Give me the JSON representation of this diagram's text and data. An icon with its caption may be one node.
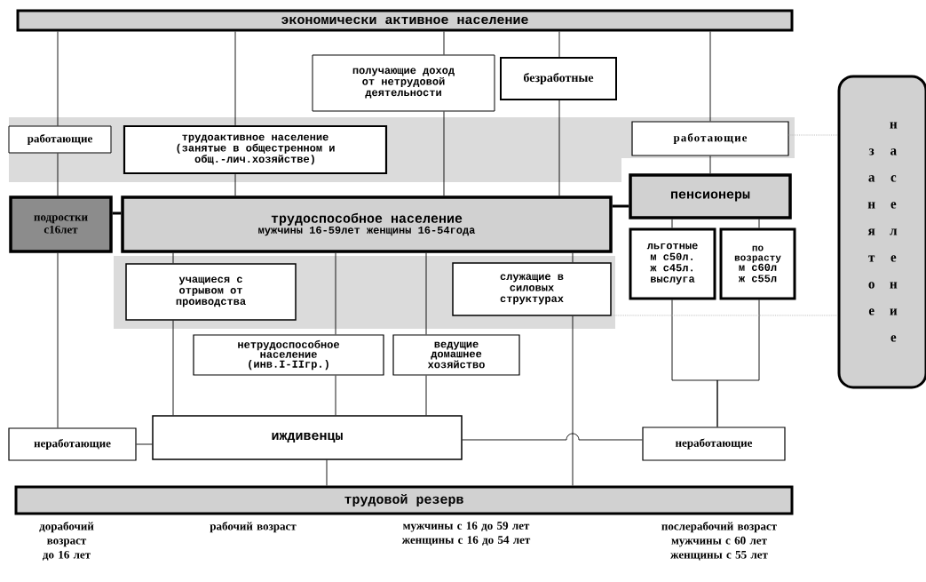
{
  "diagram": {
    "nodes": [
      {
        "text": [
          "экономически активное население"
        ]
      },
      {
        "text": [
          "работающие"
        ]
      },
      {
        "text": [
          "трудоактивное население",
          "(занятые в общестренном и общ.-лич.хозяйстве)"
        ]
      },
      {
        "text": [
          "получающие доход от нетрудовой деятельности"
        ]
      },
      {
        "text": [
          "безработные"
        ]
      },
      {
        "text": [
          "работающие"
        ]
      },
      {
        "text": [
          "подростки с16лет"
        ]
      },
      {
        "text": [
          "трудоспособное население",
          "мужчины 16-59лет женщины 16-54года"
        ]
      },
      {
        "text": [
          "пенсионеры"
        ]
      },
      {
        "text": [
          "льготные м с50л. ж с45л. выслуга"
        ]
      },
      {
        "text": [
          "по возрасту",
          "м с60л ж с55л"
        ]
      },
      {
        "text": [
          "учащиеся с отрывом от проиводства"
        ]
      },
      {
        "text": [
          "служащие в силовых структурах"
        ]
      },
      {
        "text": [
          "нетрудоспособное население (инв.I-IIгр.)"
        ]
      },
      {
        "text": [
          "ведущие домашнее хозяйство"
        ]
      },
      {
        "text": [
          "иждивенцы"
        ]
      },
      {
        "text": [
          "неработающие"
        ]
      },
      {
        "text": [
          "неработающие"
        ]
      },
      {
        "text": [
          "трудовой резерв"
        ],
        "beside": [
          "дорабочий возраст до 16 лет",
          "рабочий возраст",
          "мужчины с 16 до 59 лет женщины с 16 до 54 лет",
          "послерабочий возраст мужчины с 60 лет женщины с 55 лет"
        ]
      },
      {
        "text": [
          "занятое",
          "население"
        ]
      }
    ],
    "edges": [
      {
        "from": 0,
        "to": 1,
        "arrow": "none"
      },
      {
        "from": 1,
        "to": 6,
        "arrow": "none"
      },
      {
        "from": 6,
        "to": 16,
        "arrow": "none"
      },
      {
        "from": 0,
        "to": 2,
        "arrow": "none"
      },
      {
        "from": 2,
        "to": 7,
        "arrow": "none"
      },
      {
        "from": 0,
        "to": 3,
        "arrow": "none"
      },
      {
        "from": 3,
        "to": 7,
        "arrow": "none"
      },
      {
        "from": 0,
        "to": 4,
        "arrow": "none"
      },
      {
        "from": 4,
        "to": 7,
        "arrow": "none"
      },
      {
        "from": 0,
        "to": 5,
        "arrow": "none"
      },
      {
        "from": 5,
        "to": 8,
        "arrow": "none"
      },
      {
        "from": 6,
        "to": 7,
        "arrow": "none",
        "style": "thick"
      },
      {
        "from": 7,
        "to": 8,
        "arrow": "none",
        "style": "thick"
      },
      {
        "from": 8,
        "to": 9,
        "arrow": "none"
      },
      {
        "from": 8,
        "to": 10,
        "arrow": "none"
      },
      {
        "from": 9,
        "to": 17,
        "arrow": "none"
      },
      {
        "from": 10,
        "to": 17,
        "arrow": "none"
      },
      {
        "from": 7,
        "to": 11,
        "arrow": "none"
      },
      {
        "from": 11,
        "to": 15,
        "arrow": "none"
      },
      {
        "from": 7,
        "to": 13,
        "arrow": "none"
      },
      {
        "from": 13,
        "to": 15,
        "arrow": "none"
      },
      {
        "from": 7,
        "to": 14,
        "arrow": "none"
      },
      {
        "from": 14,
        "to": 15,
        "arrow": "none"
      },
      {
        "from": 7,
        "to": 12,
        "arrow": "none"
      },
      {
        "from": 12,
        "to": 18,
        "arrow": "none"
      },
      {
        "from": 16,
        "to": 15,
        "arrow": "none"
      },
      {
        "from": 15,
        "to": 17,
        "arrow": "none"
      },
      {
        "from": 15,
        "to": 18,
        "arrow": "none"
      },
      {
        "from": 5,
        "to": 19,
        "arrow": "none",
        "style": "dashed",
        "color": "#b4b4b4"
      },
      {
        "from": 12,
        "to": 19,
        "arrow": "none",
        "style": "dashed",
        "color": "#b4b4b4"
      }
    ]
  }
}
